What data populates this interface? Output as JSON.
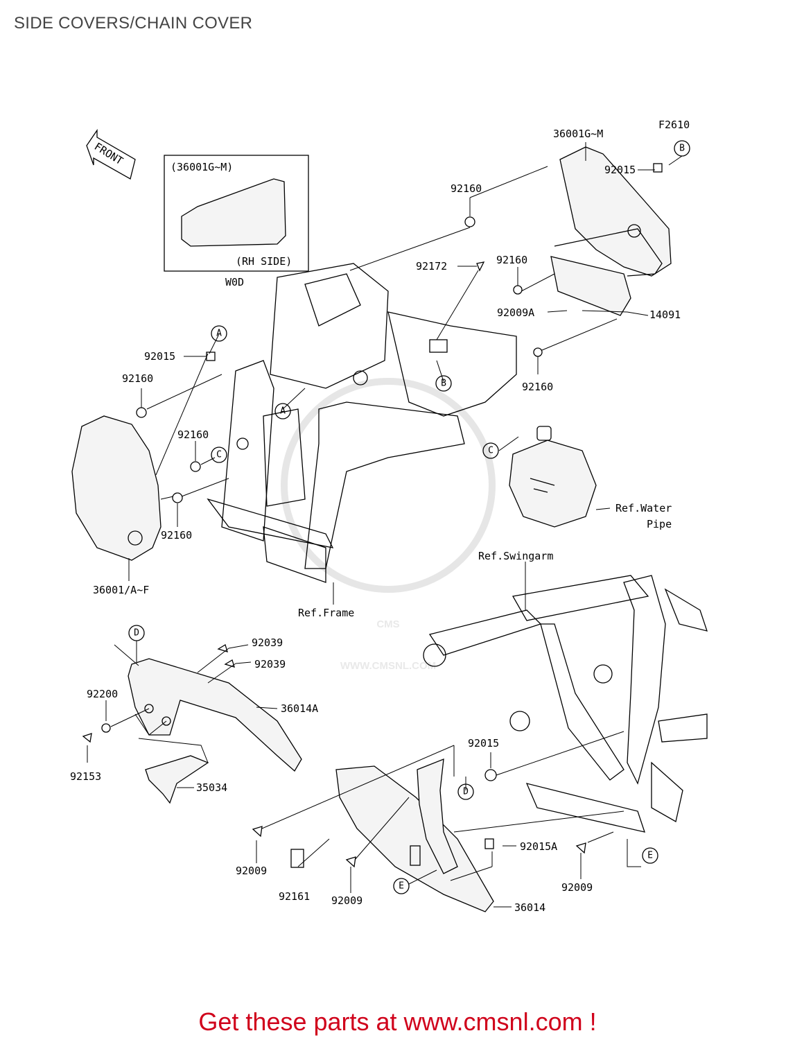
{
  "title": "SIDE COVERS/CHAIN COVER",
  "diagram": {
    "code": "F2610",
    "front_label": "FRONT",
    "inset": {
      "heading": "(36001G~M)",
      "side": "(RH SIDE)",
      "note": "W0D"
    },
    "part_numbers": {
      "p36001gm": "36001G~M",
      "p92015_top": "92015",
      "p92160_a": "92160",
      "p92172": "92172",
      "p92160_b": "92160",
      "p92009a": "92009A",
      "p14091": "14091",
      "p92160_c": "92160",
      "p92015_left": "92015",
      "p92160_d": "92160",
      "p92160_e": "92160",
      "p92160_f": "92160",
      "p36001af": "36001/A~F",
      "p92039_a": "92039",
      "p92039_b": "92039",
      "p92200": "92200",
      "p36014a": "36014A",
      "p92153": "92153",
      "p35034": "35034",
      "p92015_mid": "92015",
      "p92015a": "92015A",
      "p92009_a": "92009",
      "p92009_b": "92009",
      "p92009_c": "92009",
      "p92161": "92161",
      "p36014": "36014"
    },
    "refs": {
      "water_pipe_1": "Ref.Water",
      "water_pipe_2": "Pipe",
      "swingarm": "Ref.Swingarm",
      "frame": "Ref.Frame"
    },
    "markers": {
      "a1": "A",
      "a2": "A",
      "b1": "B",
      "b2": "B",
      "c1": "C",
      "c2": "C",
      "d1": "D",
      "d2": "D",
      "e1": "E",
      "e2": "E"
    },
    "watermark": {
      "brand": "CMS",
      "site": "WWW.CMSNL.COM"
    }
  },
  "footer": "Get these parts at www.cmsnl.com !"
}
